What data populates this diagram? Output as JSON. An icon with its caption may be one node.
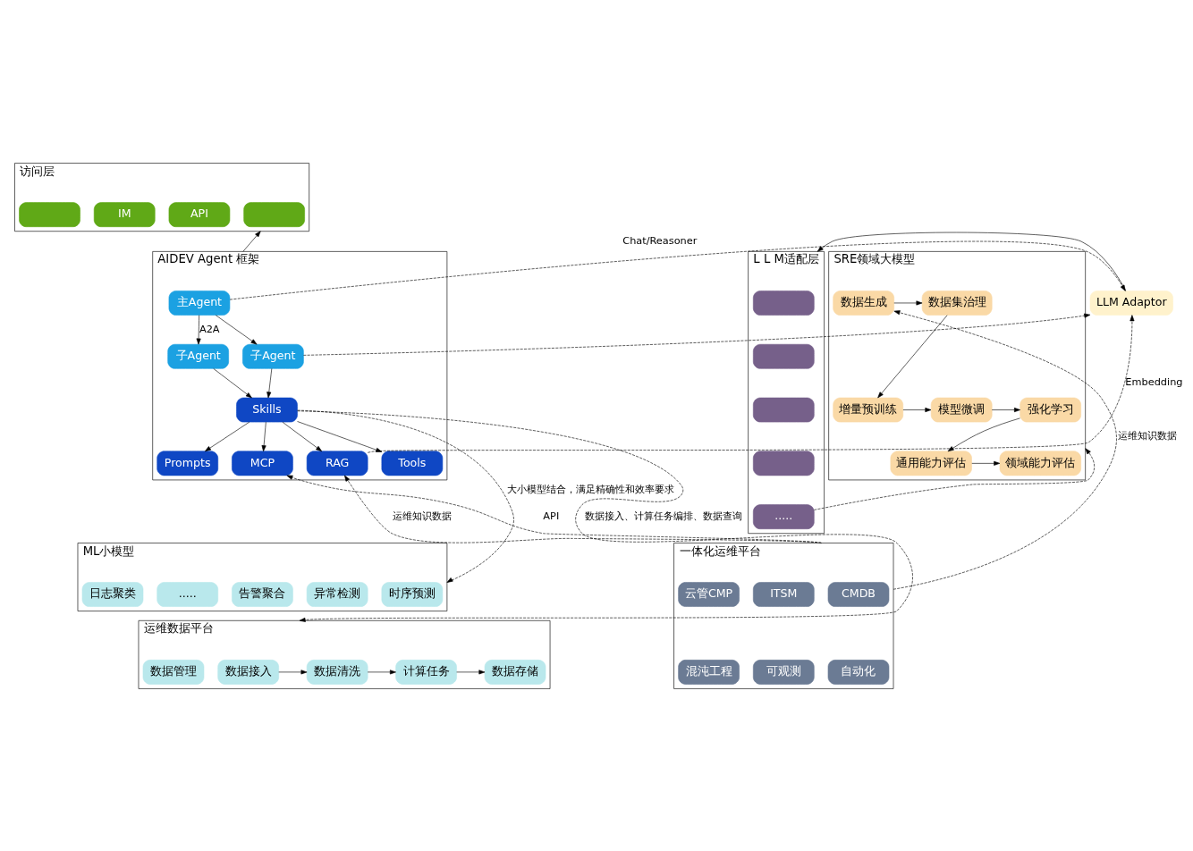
{
  "diagram": {
    "nodes": [
      {
        "text": [
          "访问层"
        ]
      },
      {
        "text": [],
        "shape": "box",
        "in": 0
      },
      {
        "text": [
          "API"
        ],
        "in": 0
      },
      {
        "text": [
          "IM"
        ],
        "in": 0
      },
      {
        "text": [],
        "shape": "box",
        "in": 0
      },
      {
        "text": [
          "AIDEV Agent 框架"
        ]
      },
      {
        "text": [
          "主Agent"
        ],
        "in": 5
      },
      {
        "text": [
          "子Agent"
        ],
        "in": 5
      },
      {
        "text": [
          "子Agent"
        ],
        "in": 5
      },
      {
        "text": [
          "Skills"
        ],
        "in": 5
      },
      {
        "text": [
          "Prompts"
        ],
        "in": 5
      },
      {
        "text": [
          "RAG"
        ],
        "in": 5
      },
      {
        "text": [
          "MCP"
        ],
        "in": 5
      },
      {
        "text": [
          "Tools"
        ],
        "in": 5
      },
      {
        "text": [
          "LLM Adaptor"
        ]
      },
      {
        "text": [
          "L L M适配层"
        ]
      },
      {
        "text": [],
        "shape": "box",
        "in": 15
      },
      {
        "text": [],
        "shape": "box",
        "in": 15
      },
      {
        "text": [],
        "shape": "box",
        "in": 15
      },
      {
        "text": [],
        "shape": "box",
        "in": 15
      },
      {
        "text": [
          "....."
        ],
        "in": 15
      },
      {
        "text": [
          "SRE领域大模型"
        ]
      },
      {
        "text": [
          "数据生成"
        ],
        "in": 21
      },
      {
        "text": [
          "数据集治理"
        ],
        "in": 21
      },
      {
        "text": [
          "增量预训练"
        ],
        "in": 21
      },
      {
        "text": [
          "模型微调"
        ],
        "in": 21
      },
      {
        "text": [
          "强化学习"
        ],
        "in": 21
      },
      {
        "text": [
          "通用能力评估"
        ],
        "in": 21
      },
      {
        "text": [
          "领域能力评估"
        ],
        "in": 21
      },
      {
        "text": [
          "ML小模型"
        ]
      },
      {
        "text": [
          "时序预测"
        ],
        "in": 29
      },
      {
        "text": [
          "异常检测"
        ],
        "in": 29
      },
      {
        "text": [
          "告警聚合"
        ],
        "in": 29
      },
      {
        "text": [
          "....."
        ],
        "in": 29
      },
      {
        "text": [
          "日志聚类"
        ],
        "in": 29
      },
      {
        "text": [
          "运维数据平台"
        ]
      },
      {
        "text": [
          "数据接入"
        ],
        "in": 35
      },
      {
        "text": [
          "数据清洗"
        ],
        "in": 35
      },
      {
        "text": [
          "计算任务"
        ],
        "in": 35
      },
      {
        "text": [
          "数据存储"
        ],
        "in": 35
      },
      {
        "text": [
          "数据管理"
        ],
        "in": 35
      },
      {
        "text": [
          "一体化运维平台"
        ]
      },
      {
        "text": [
          "CMDB"
        ],
        "in": 41
      },
      {
        "text": [
          "ITSM"
        ],
        "in": 41
      },
      {
        "text": [
          "云管CMP"
        ],
        "in": 41
      },
      {
        "text": [
          "自动化"
        ],
        "in": 41
      },
      {
        "text": [
          "可观测"
        ],
        "in": 41
      },
      {
        "text": [
          "混沌工程"
        ],
        "in": 41
      }
    ],
    "edges": [
      {
        "from": 5,
        "to": 0,
        "arrow": "to"
      },
      {
        "from": 6,
        "to": 14,
        "arrow": "to",
        "style": "dashed",
        "label": "Chat/Reasoner"
      },
      {
        "from": 6,
        "to": 7,
        "arrow": "to",
        "label": "A2A"
      },
      {
        "from": 6,
        "to": 8,
        "arrow": "to"
      },
      {
        "from": 8,
        "to": 14,
        "arrow": "to",
        "style": "dashed"
      },
      {
        "from": 7,
        "to": 9,
        "arrow": "to"
      },
      {
        "from": 8,
        "to": 9,
        "arrow": "to"
      },
      {
        "from": 9,
        "to": 10,
        "arrow": "to"
      },
      {
        "from": 9,
        "to": 11,
        "arrow": "to"
      },
      {
        "from": 9,
        "to": 12,
        "arrow": "to"
      },
      {
        "from": 9,
        "to": 13,
        "arrow": "to"
      },
      {
        "from": 11,
        "to": 14,
        "arrow": "to",
        "style": "dashed",
        "label": "Embedding"
      },
      {
        "from": 14,
        "to": 15,
        "arrow": "to"
      },
      {
        "from": 20,
        "to": 21,
        "arrow": "to",
        "style": "dashed"
      },
      {
        "from": 22,
        "to": 23,
        "arrow": "to"
      },
      {
        "from": 23,
        "to": 24,
        "arrow": "to"
      },
      {
        "from": 24,
        "to": 25,
        "arrow": "to"
      },
      {
        "from": 25,
        "to": 26,
        "arrow": "to"
      },
      {
        "from": 26,
        "to": 27,
        "arrow": "to"
      },
      {
        "from": 27,
        "to": 28,
        "arrow": "to"
      },
      {
        "from": 9,
        "to": 35,
        "arrow": "to",
        "style": "dashed",
        "label": "数据接入、计算任务编排、数据查询"
      },
      {
        "from": 9,
        "to": 29,
        "arrow": "to",
        "style": "dashed",
        "label": "大小模型结合，满足精确性和效率要求"
      },
      {
        "from": 41,
        "to": 11,
        "arrow": "to",
        "style": "dashed",
        "label": "运维知识数据"
      },
      {
        "from": 41,
        "to": 22,
        "arrow": "to",
        "style": "dashed",
        "label": "运维知识数据"
      },
      {
        "from": 41,
        "to": 12,
        "arrow": "to",
        "style": "dashed",
        "label": "API"
      },
      {
        "from": 36,
        "to": 37,
        "arrow": "to"
      },
      {
        "from": 37,
        "to": 38,
        "arrow": "to"
      },
      {
        "from": 38,
        "to": 39,
        "arrow": "to"
      }
    ]
  }
}
